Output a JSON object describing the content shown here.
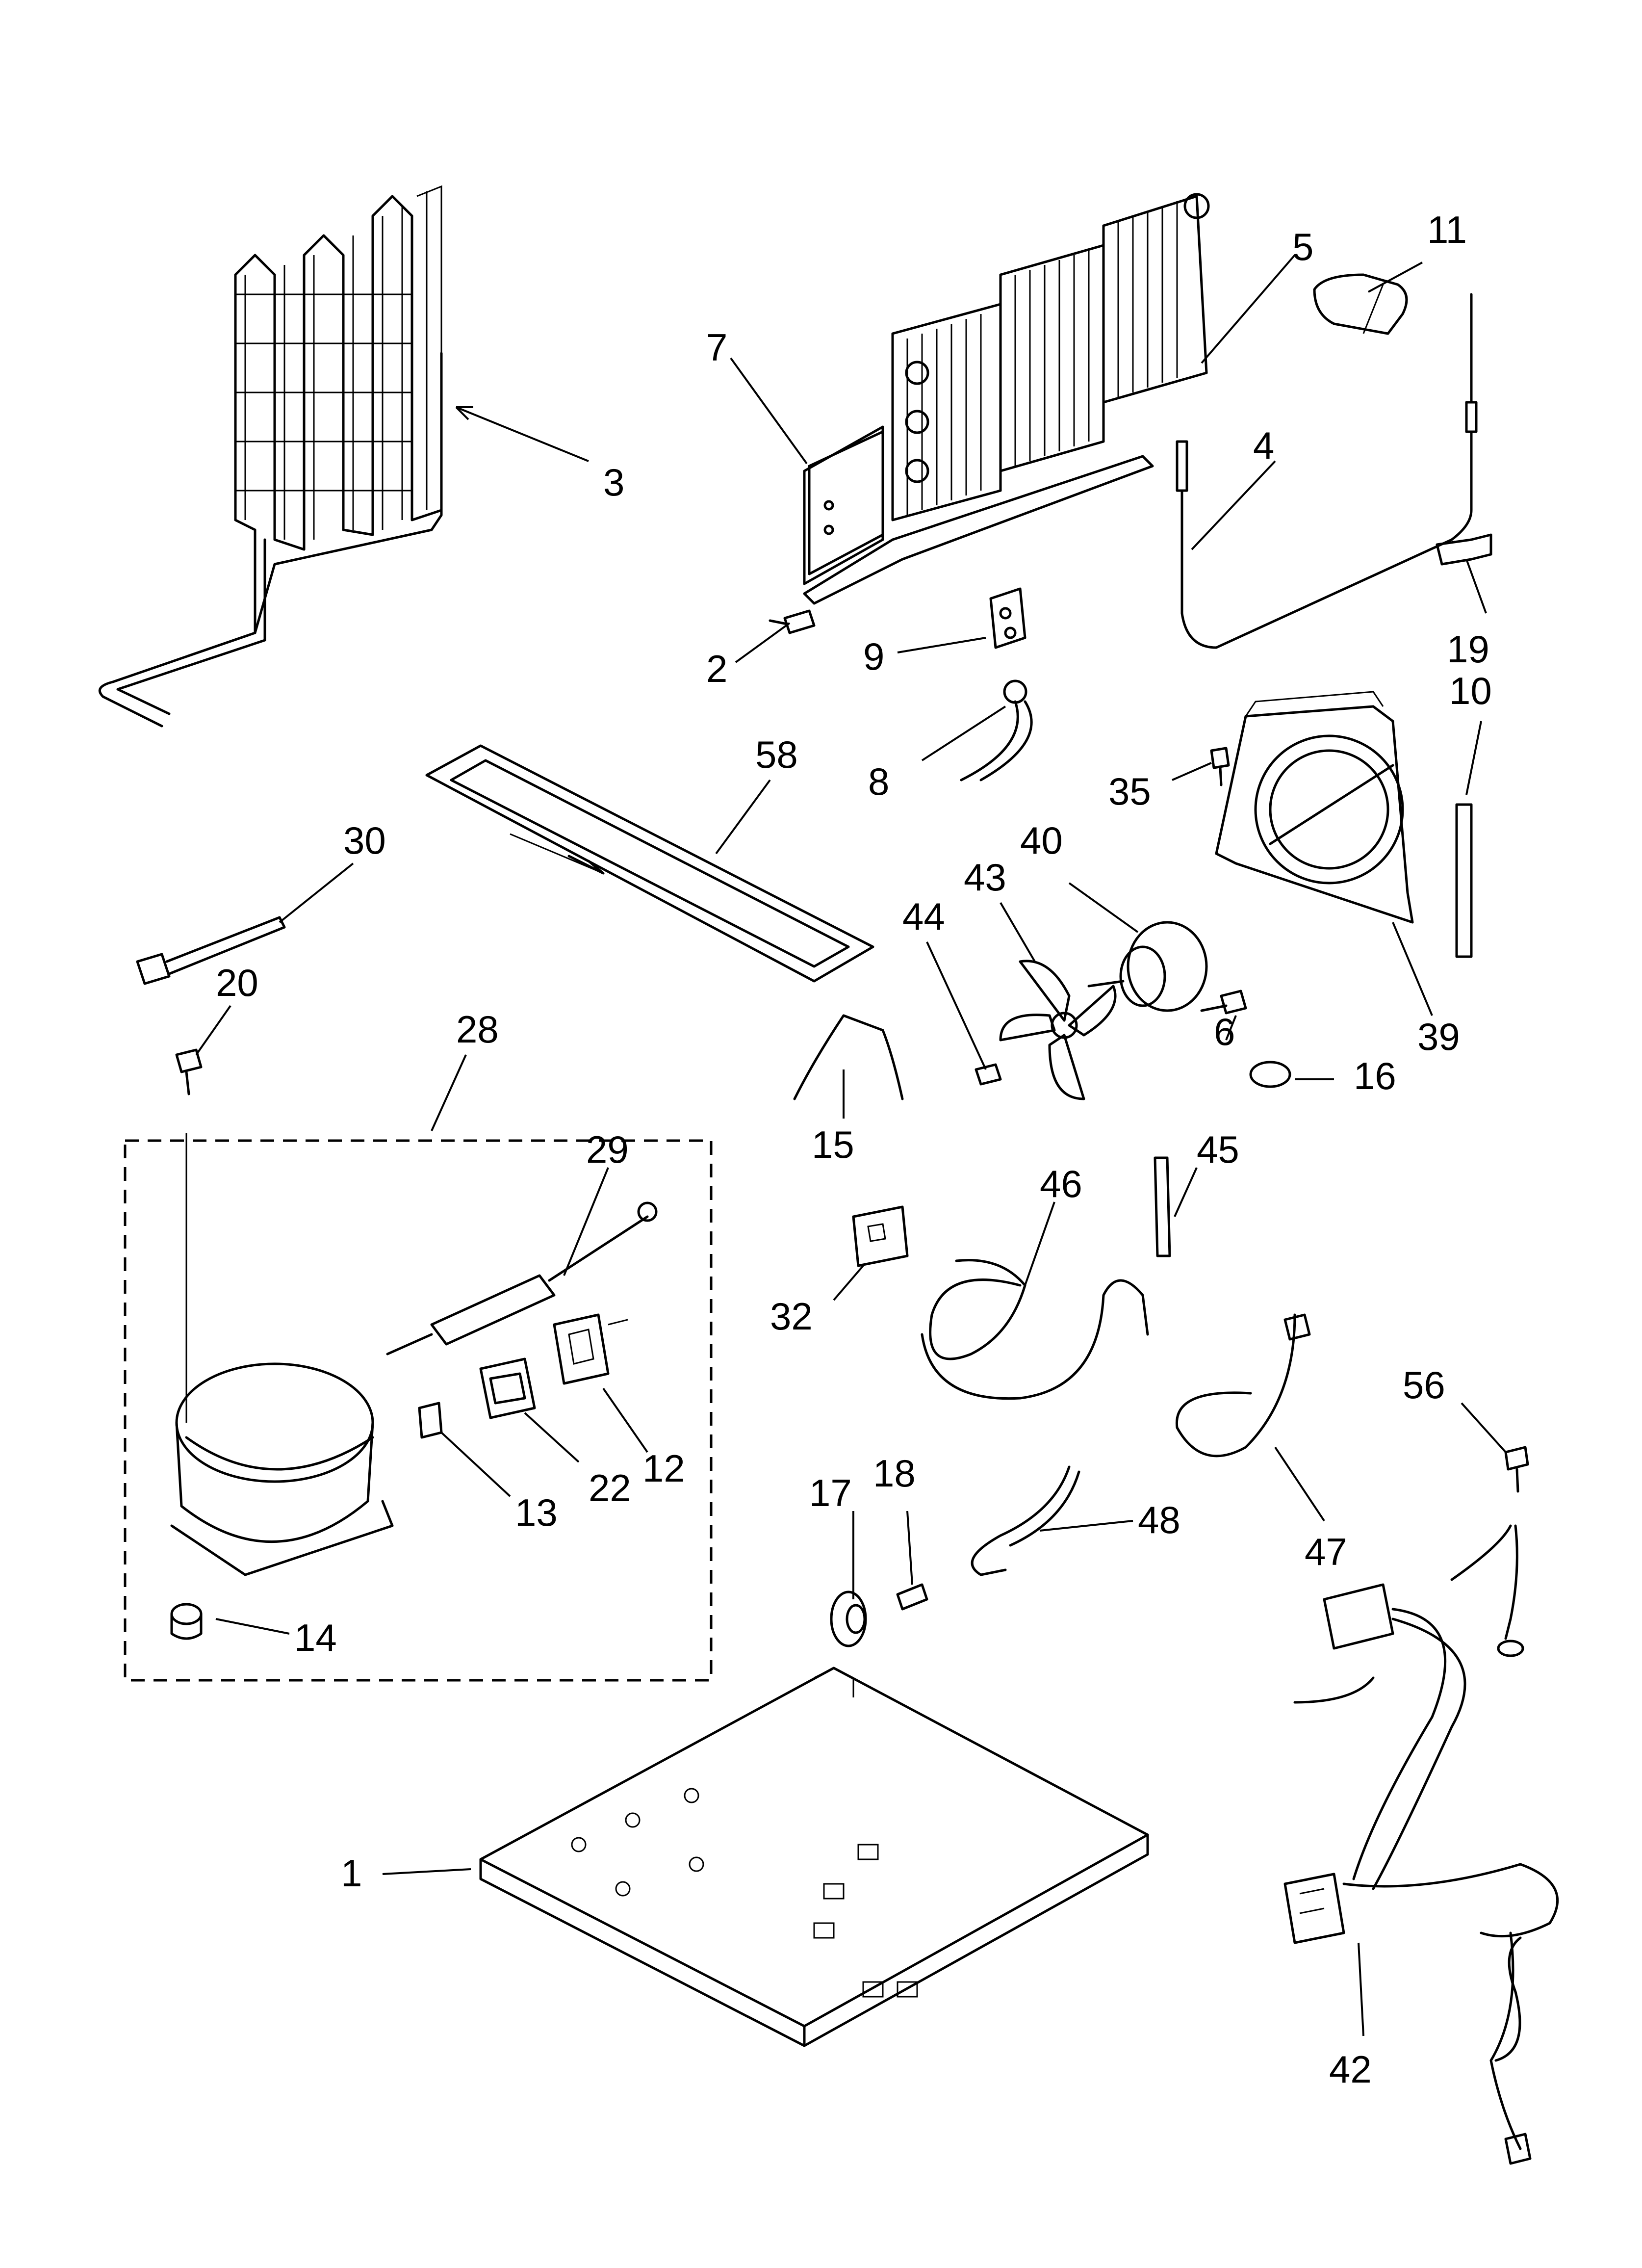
{
  "callouts": [
    {
      "id": "p3",
      "label": "3"
    },
    {
      "id": "p7",
      "label": "7"
    },
    {
      "id": "p5",
      "label": "5"
    },
    {
      "id": "p11",
      "label": "11"
    },
    {
      "id": "p4",
      "label": "4"
    },
    {
      "id": "p2",
      "label": "2"
    },
    {
      "id": "p9",
      "label": "9"
    },
    {
      "id": "p19",
      "label": "19"
    },
    {
      "id": "p10",
      "label": "10"
    },
    {
      "id": "p58",
      "label": "58"
    },
    {
      "id": "p8",
      "label": "8"
    },
    {
      "id": "p35",
      "label": "35"
    },
    {
      "id": "p30",
      "label": "30"
    },
    {
      "id": "p40",
      "label": "40"
    },
    {
      "id": "p43",
      "label": "43"
    },
    {
      "id": "p44",
      "label": "44"
    },
    {
      "id": "p20",
      "label": "20"
    },
    {
      "id": "p6",
      "label": "6"
    },
    {
      "id": "p39",
      "label": "39"
    },
    {
      "id": "p28",
      "label": "28"
    },
    {
      "id": "p16",
      "label": "16"
    },
    {
      "id": "p15",
      "label": "15"
    },
    {
      "id": "p45",
      "label": "45"
    },
    {
      "id": "p29",
      "label": "29"
    },
    {
      "id": "p46",
      "label": "46"
    },
    {
      "id": "p32",
      "label": "32"
    },
    {
      "id": "p56",
      "label": "56"
    },
    {
      "id": "p12",
      "label": "12"
    },
    {
      "id": "p22",
      "label": "22"
    },
    {
      "id": "p13",
      "label": "13"
    },
    {
      "id": "p17",
      "label": "17"
    },
    {
      "id": "p18",
      "label": "18"
    },
    {
      "id": "p48",
      "label": "48"
    },
    {
      "id": "p47",
      "label": "47"
    },
    {
      "id": "p14",
      "label": "14"
    },
    {
      "id": "p1",
      "label": "1"
    },
    {
      "id": "p42",
      "label": "42"
    }
  ]
}
